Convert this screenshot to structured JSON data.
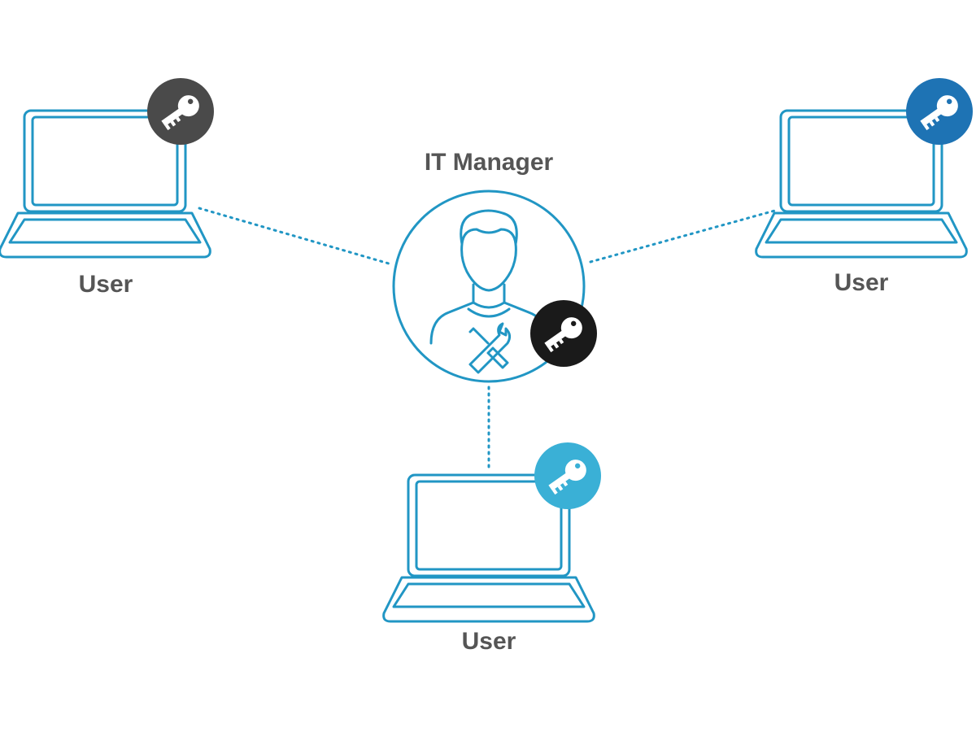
{
  "manager": {
    "title": "IT Manager"
  },
  "users": [
    {
      "label": "User",
      "key_color": "#4a4a4a"
    },
    {
      "label": "User",
      "key_color": "#1e73b4"
    },
    {
      "label": "User",
      "key_color": "#3ab0d6"
    }
  ],
  "manager_key_color": "#1a1a1a",
  "line_color": "#2196c4",
  "label_color": "#555555",
  "icons": [
    "laptop-icon",
    "key-icon",
    "person-icon",
    "tools-icon"
  ]
}
